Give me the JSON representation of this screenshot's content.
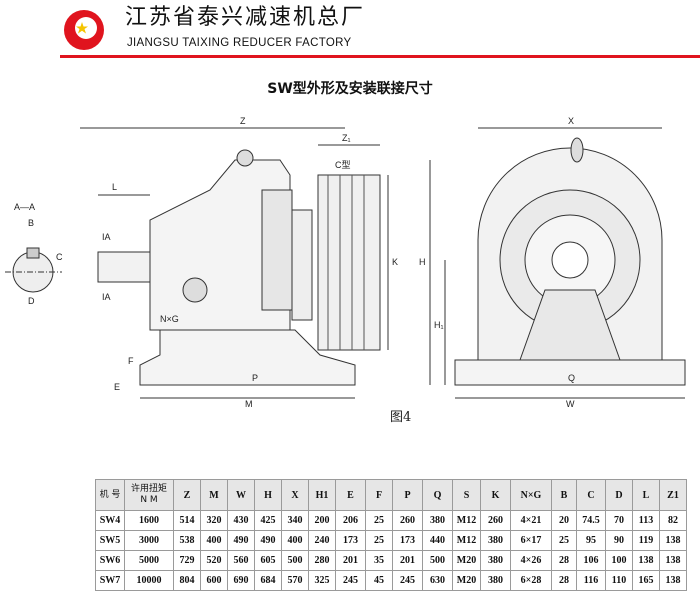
{
  "header": {
    "company_cn": "江苏省泰兴减速机总厂",
    "company_en": "JIANGSU TAIXING REDUCER FACTORY",
    "brand_color": "#e0141e"
  },
  "title": "SW型外形及安装联接尺寸",
  "figure_caption": "图4",
  "drawing_labels": {
    "z": "Z",
    "z1": "Z₁",
    "c_type": "C型",
    "l": "L",
    "section": "A—A",
    "b": "B",
    "c": "C",
    "d": "D",
    "ia_top": "IA",
    "ia_bottom": "IA",
    "nxg": "N×G",
    "f": "F",
    "e": "E",
    "p": "P",
    "m": "M",
    "k": "K",
    "x": "X",
    "h": "H",
    "h1": "H₁",
    "q": "Q",
    "w": "W"
  },
  "table": {
    "headers": [
      "机 号",
      "许用扭矩 N M",
      "Z",
      "M",
      "W",
      "H",
      "X",
      "H1",
      "E",
      "F",
      "P",
      "Q",
      "S",
      "K",
      "N×G",
      "B",
      "C",
      "D",
      "L",
      "Z1"
    ],
    "rows": [
      [
        "SW4",
        "1600",
        "514",
        "320",
        "430",
        "425",
        "340",
        "200",
        "206",
        "25",
        "260",
        "380",
        "M12",
        "260",
        "4×21",
        "20",
        "74.5",
        "70",
        "113",
        "82"
      ],
      [
        "SW5",
        "3000",
        "538",
        "400",
        "490",
        "490",
        "400",
        "240",
        "173",
        "25",
        "173",
        "440",
        "M12",
        "380",
        "6×17",
        "25",
        "95",
        "90",
        "119",
        "138"
      ],
      [
        "SW6",
        "5000",
        "729",
        "520",
        "560",
        "605",
        "500",
        "280",
        "201",
        "35",
        "201",
        "500",
        "M20",
        "380",
        "4×26",
        "28",
        "106",
        "100",
        "138",
        "138"
      ],
      [
        "SW7",
        "10000",
        "804",
        "600",
        "690",
        "684",
        "570",
        "325",
        "245",
        "45",
        "245",
        "630",
        "M20",
        "380",
        "6×28",
        "28",
        "116",
        "110",
        "165",
        "138"
      ]
    ]
  }
}
